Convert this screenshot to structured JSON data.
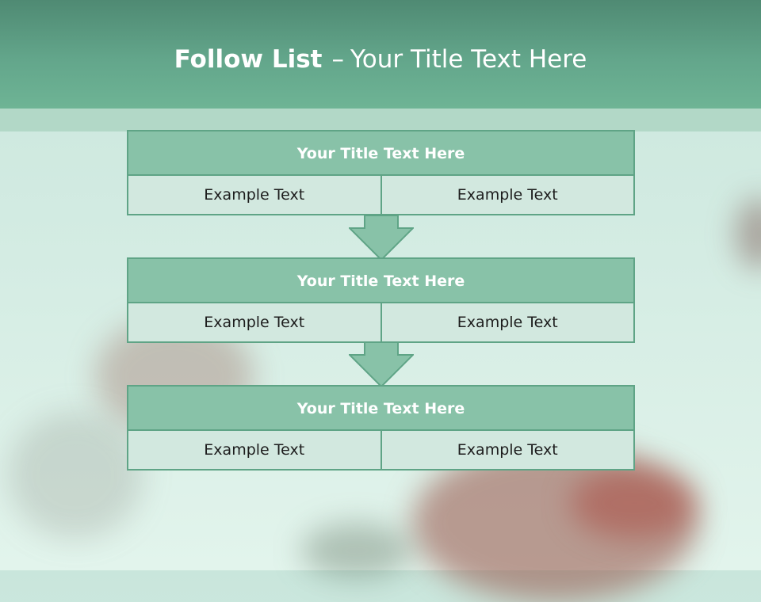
{
  "slide": {
    "title_bold": "Follow List",
    "title_sep": "–",
    "title_rest": "Your Title Text Here"
  },
  "blocks": [
    {
      "title": "Your Title Text Here",
      "left": "Example Text",
      "right": "Example Text"
    },
    {
      "title": "Your Title Text Here",
      "left": "Example Text",
      "right": "Example Text"
    },
    {
      "title": "Your Title Text Here",
      "left": "Example Text",
      "right": "Example Text"
    }
  ],
  "colors": {
    "header": "#63a68b",
    "block_title_fill": "#88c2a8",
    "cell_fill": "#d2e8df",
    "border": "#5fa486"
  },
  "icons": {
    "connector": "down-arrow-icon"
  }
}
